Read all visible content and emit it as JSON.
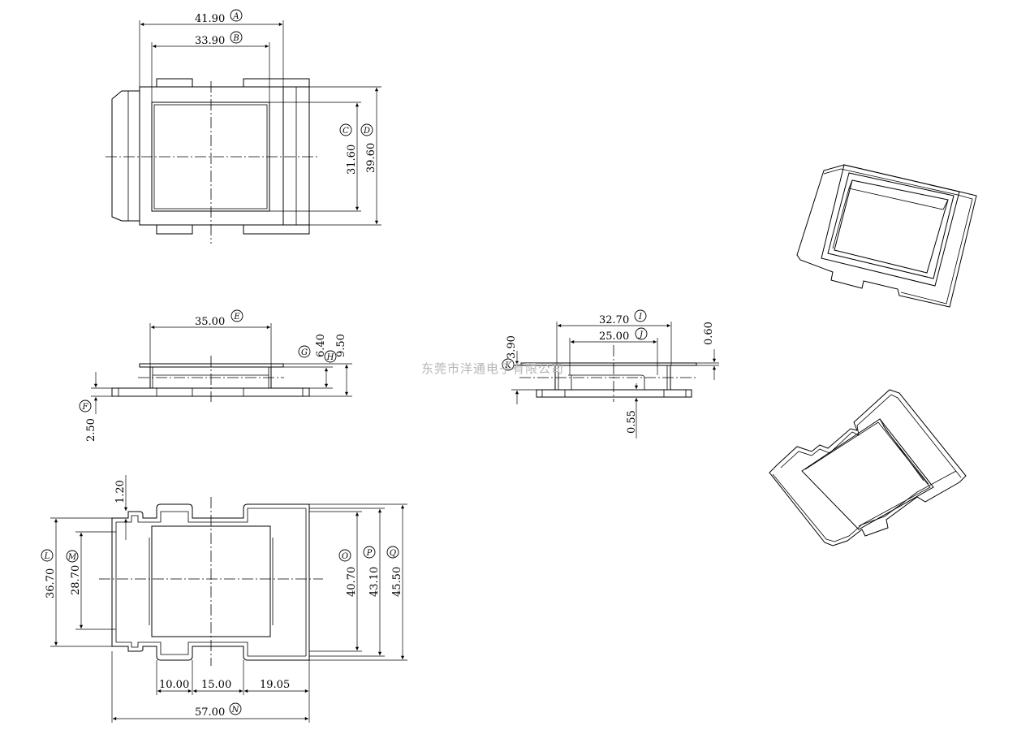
{
  "watermark": "东莞市洋通电子有限公司",
  "dimensions": {
    "A": "41.90",
    "B": "33.90",
    "C": "31.60",
    "D": "39.60",
    "E": "35.00",
    "F": "2.50",
    "G": "6.40",
    "H": "9.50",
    "I": "32.70",
    "J": "25.00",
    "K": "3.90",
    "L": "36.70",
    "M": "28.70",
    "N": "57.00",
    "O": "40.70",
    "P": "43.10",
    "Q": "45.50",
    "side_thickness": "0.60",
    "side_step": "0.55",
    "bottom_flange": "1.20",
    "bottom_seg1": "10.00",
    "bottom_seg2": "15.00",
    "bottom_seg3": "19.05"
  },
  "markers": {
    "A": "A",
    "B": "B",
    "C": "C",
    "D": "D",
    "E": "E",
    "F": "F",
    "G": "G",
    "H": "H",
    "I": "I",
    "J": "J",
    "K": "K",
    "L": "L",
    "M": "M",
    "N": "N",
    "O": "O",
    "P": "P",
    "Q": "Q"
  }
}
